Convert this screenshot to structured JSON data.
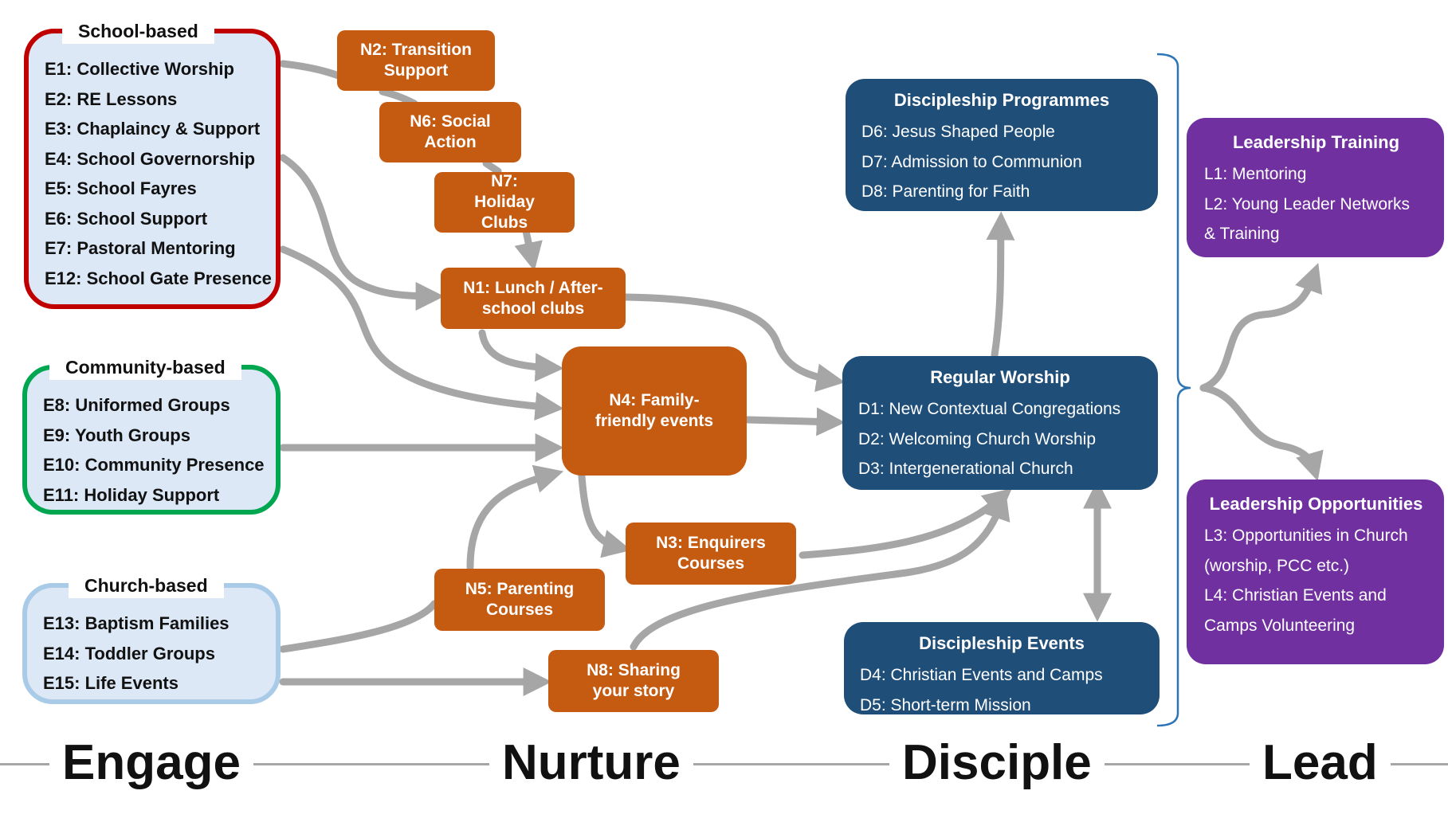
{
  "engage": {
    "school": {
      "label": "School-based",
      "color": "#c00000",
      "items": [
        "E1: Collective Worship",
        "E2: RE Lessons",
        "E3: Chaplaincy & Support",
        "E4: School Governorship",
        "E5: School Fayres",
        "E6: School Support",
        "E7: Pastoral Mentoring",
        "E12: School Gate Presence"
      ]
    },
    "community": {
      "label": "Community-based",
      "color": "#00a650",
      "items": [
        "E8: Uniformed Groups",
        "E9: Youth Groups",
        "E10: Community Presence",
        "E11: Holiday Support"
      ]
    },
    "church": {
      "label": "Church-based",
      "color": "#a9cbe8",
      "items": [
        "E13: Baptism Families",
        "E14: Toddler Groups",
        "E15: Life Events"
      ]
    }
  },
  "nurture": {
    "n2": "N2: Transition Support",
    "n6": "N6: Social Action",
    "n7": "N7: Holiday Clubs",
    "n1": "N1: Lunch / After-school clubs",
    "n4": "N4: Family-friendly events",
    "n3": "N3: Enquirers Courses",
    "n5": "N5: Parenting Courses",
    "n8": "N8: Sharing your story"
  },
  "disciple": {
    "programmes": {
      "title": "Discipleship Programmes",
      "items": [
        "D6: Jesus Shaped People",
        "D7: Admission to Communion",
        "D8: Parenting for Faith"
      ]
    },
    "worship": {
      "title": "Regular Worship",
      "items": [
        "D1: New Contextual Congregations",
        "D2: Welcoming Church Worship",
        "D3: Intergenerational Church"
      ]
    },
    "events": {
      "title": "Discipleship Events",
      "items": [
        "D4: Christian Events and Camps",
        "D5: Short-term Mission"
      ]
    }
  },
  "lead": {
    "training": {
      "title": "Leadership Training",
      "items": [
        "L1: Mentoring",
        "L2: Young Leader Networks",
        "& Training"
      ]
    },
    "opportunities": {
      "title": "Leadership Opportunities",
      "items": [
        "L3: Opportunities in Church",
        "(worship, PCC etc.)",
        "L4: Christian Events and",
        "Camps Volunteering"
      ]
    }
  },
  "stages": [
    "Engage",
    "Nurture",
    "Disciple",
    "Lead"
  ],
  "colors": {
    "nurture": "#c55a11",
    "disciple": "#1f4e79",
    "lead": "#7030a0",
    "arrow": "#a6a6a6",
    "bracket": "#2e75b6"
  }
}
